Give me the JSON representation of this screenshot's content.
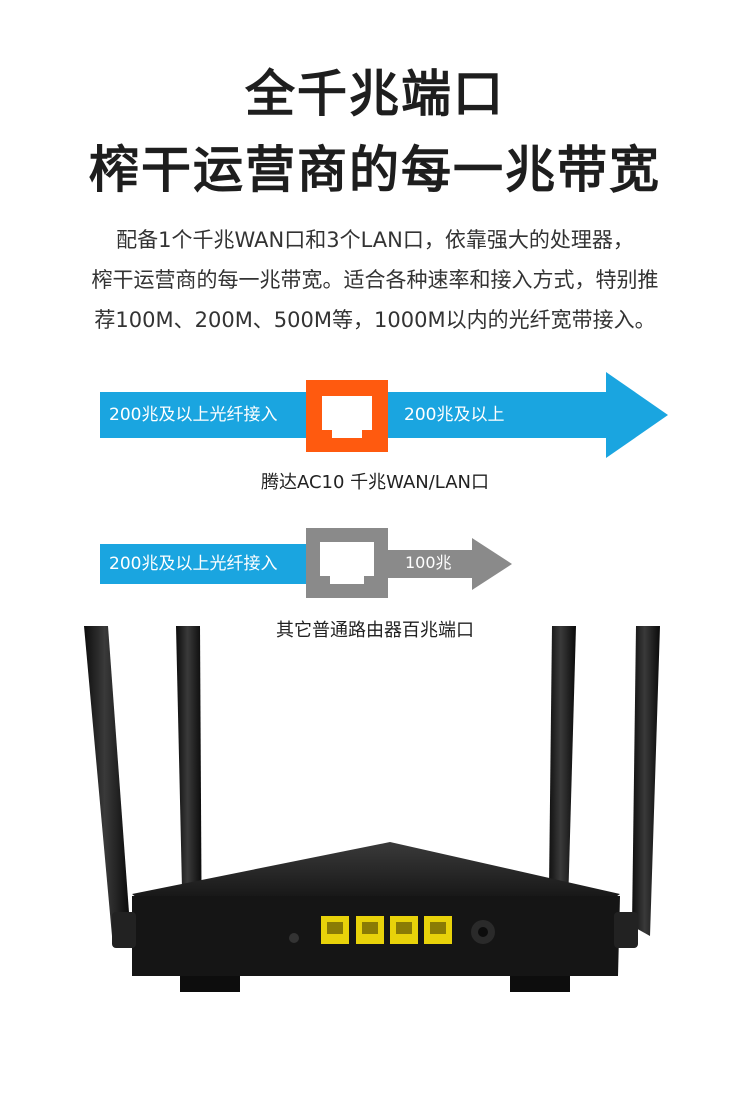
{
  "headline": {
    "line1": "全千兆端口",
    "line2": "榨干运营商的每一兆带宽"
  },
  "description": {
    "line1": "配备1个千兆WAN口和3个LAN口，依靠强大的处理器，",
    "line2": "榨干运营商的每一兆带宽。适合各种速率和接入方式，特别推",
    "line3": "荐100M、200M、500M等，1000M以内的光纤宽带接入。"
  },
  "comparison_tenda": {
    "input_label": "200兆及以上光纤接入",
    "output_label": "200兆及以上",
    "caption": "腾达AC10 千兆WAN/LAN口",
    "band_color": "#1aa5e0",
    "port_color": "#ff5a0f"
  },
  "comparison_other": {
    "input_label": "200兆及以上光纤接入",
    "output_label": "100兆",
    "caption": "其它普通路由器百兆端口",
    "band_color": "#1aa5e0",
    "port_color": "#8a8a8a"
  },
  "product_image": {
    "icon": "router-rear-view"
  }
}
